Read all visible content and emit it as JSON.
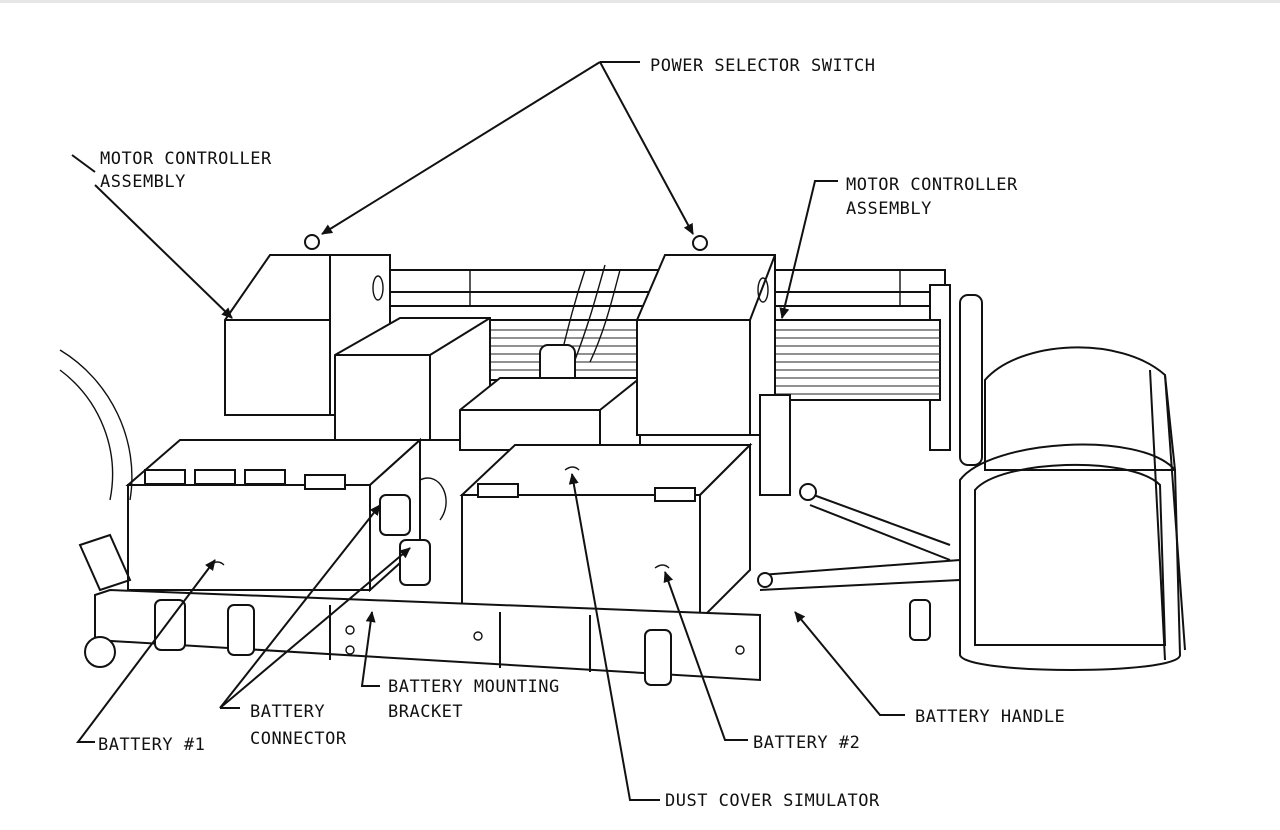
{
  "labels": {
    "power_selector_switch": "POWER SELECTOR SWITCH",
    "motor_controller_left_line1": "MOTOR CONTROLLER",
    "motor_controller_left_line2": "ASSEMBLY",
    "motor_controller_right_line1": "MOTOR CONTROLLER",
    "motor_controller_right_line2": "ASSEMBLY",
    "battery_1": "BATTERY #1",
    "battery_connector_line1": "BATTERY",
    "battery_connector_line2": "CONNECTOR",
    "battery_mounting_bracket_line1": "BATTERY MOUNTING",
    "battery_mounting_bracket_line2": "BRACKET",
    "battery_2": "BATTERY #2",
    "battery_handle": "BATTERY HANDLE",
    "dust_cover_simulator": "DUST COVER SIMULATOR"
  },
  "colors": {
    "ink": "#111111",
    "paper": "#ffffff"
  }
}
